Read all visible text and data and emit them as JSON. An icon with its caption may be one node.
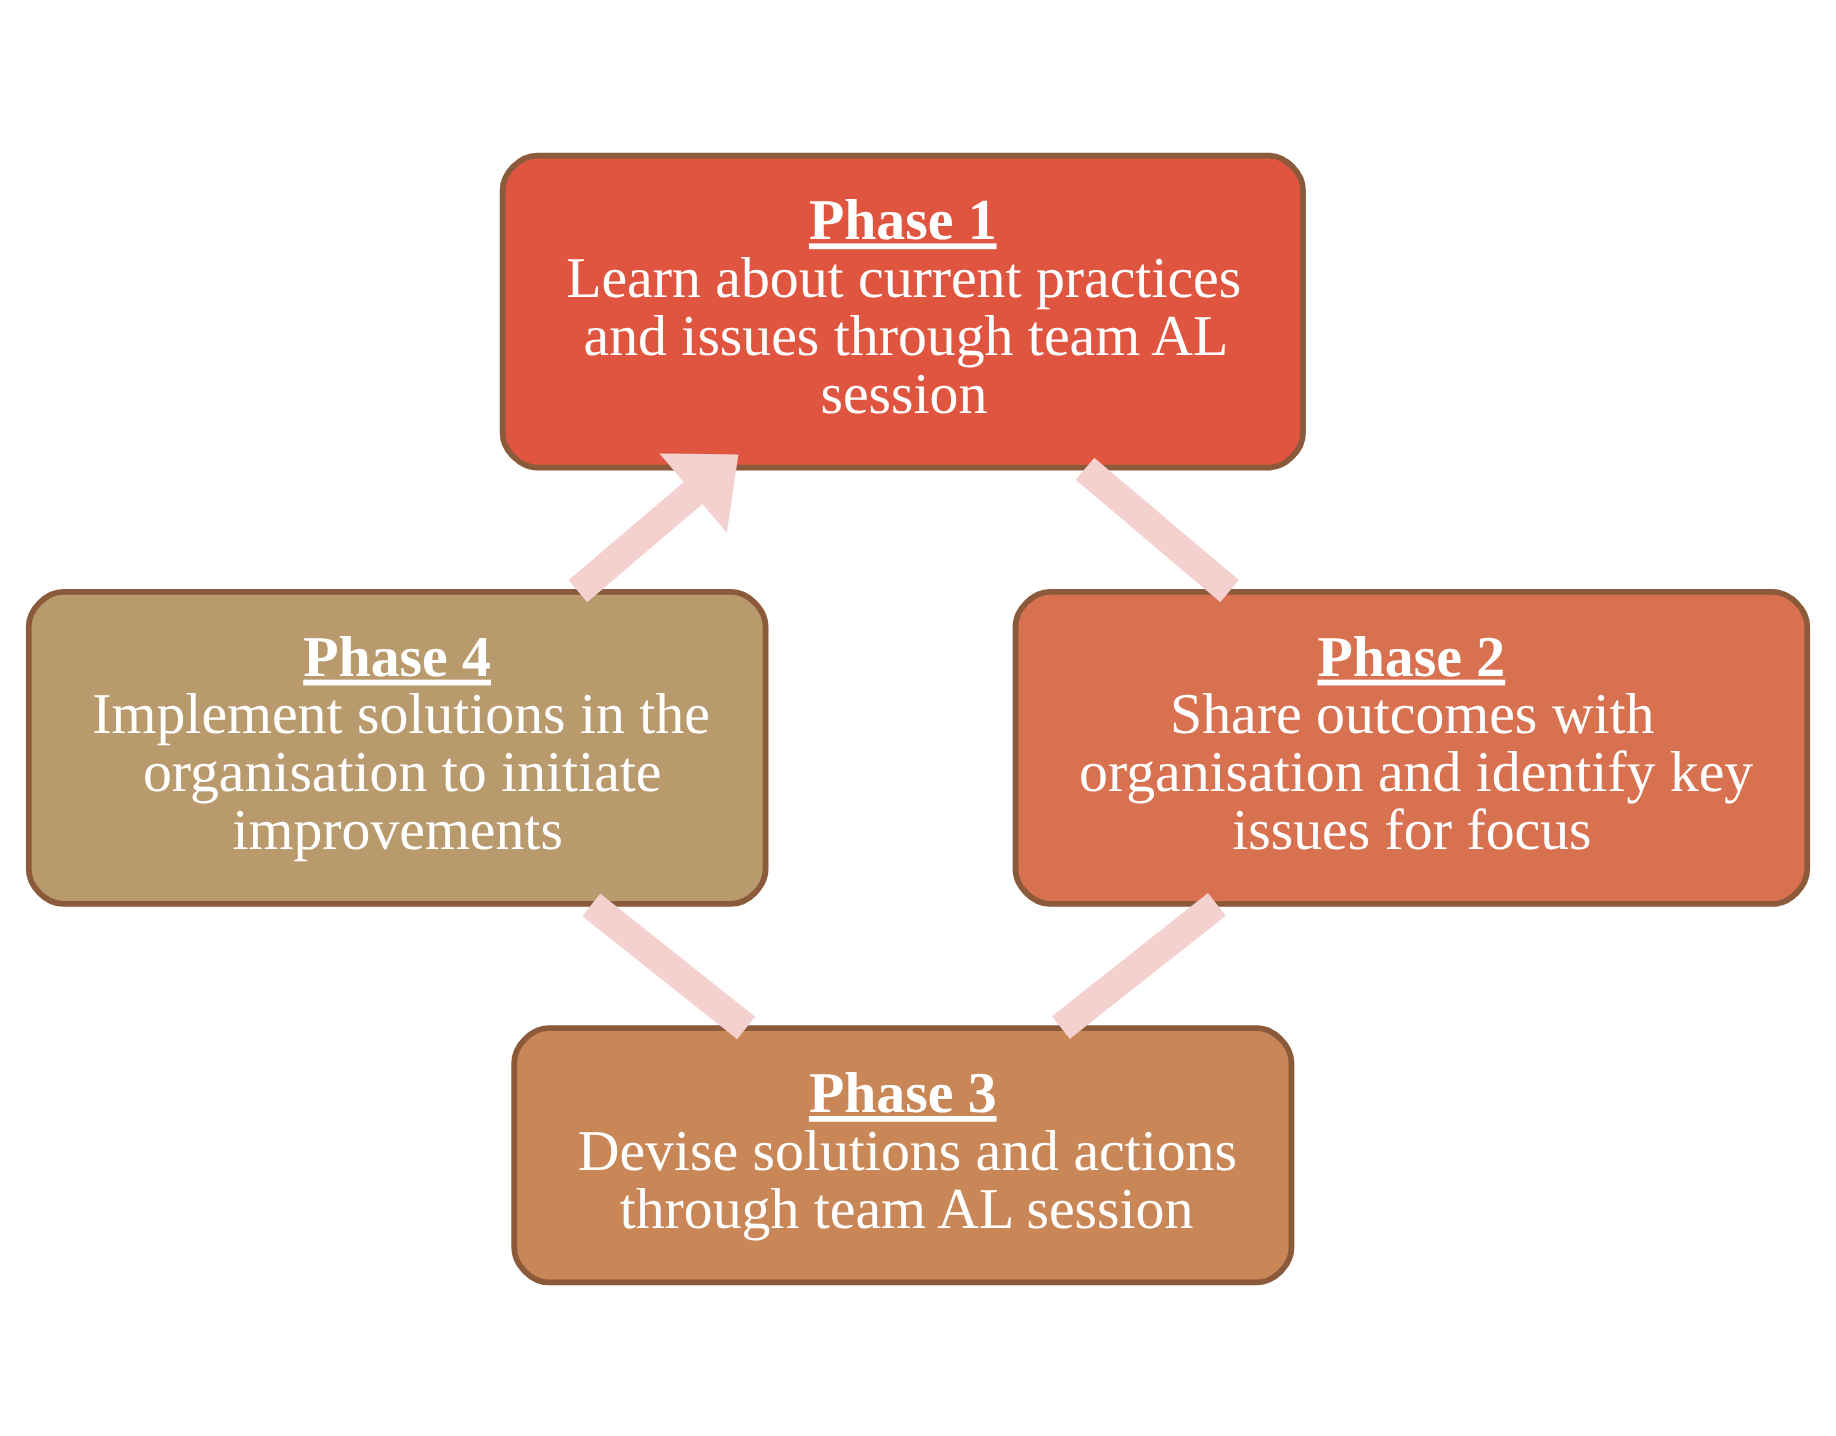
{
  "diagram": {
    "nodes": [
      {
        "text": [
          "Phase 1",
          "Learn about current practices and issues through team AL session"
        ]
      },
      {
        "text": [
          "Phase 2",
          "Share outcomes with organisation and identify key issues for focus"
        ]
      },
      {
        "text": [
          "Phase 3",
          "Devise solutions and actions through team AL session"
        ]
      },
      {
        "text": [
          "Phase 4",
          "Implement solutions in the organisation to initiate improvements"
        ]
      }
    ],
    "edges": [
      {
        "from": 0,
        "to": 1,
        "arrow": "none"
      },
      {
        "from": 1,
        "to": 2,
        "arrow": "none"
      },
      {
        "from": 2,
        "to": 3,
        "arrow": "none"
      },
      {
        "from": 3,
        "to": 0,
        "arrow": "to"
      }
    ]
  }
}
